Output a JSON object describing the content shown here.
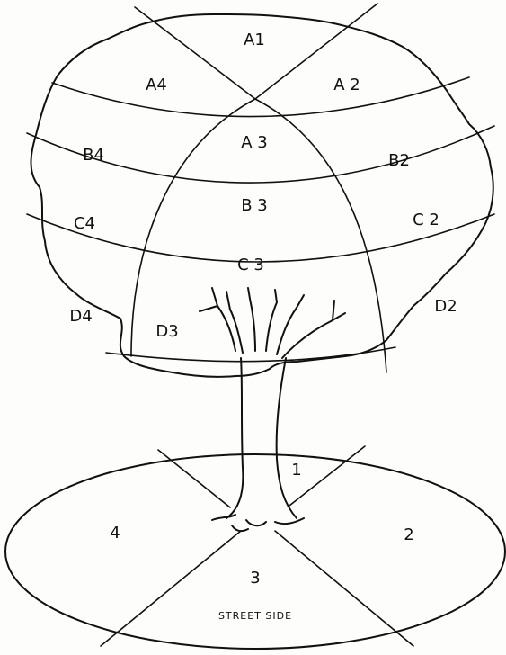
{
  "crown_zones": {
    "A1": "A1",
    "A2": "A 2",
    "A3": "A 3",
    "A4": "A4",
    "B2": "B2",
    "B3": "B 3",
    "B4": "B4",
    "C2": "C 2",
    "C3": "C 3",
    "C4": "C4",
    "D2": "D2",
    "D3": "D3",
    "D4": "D4"
  },
  "ground_zones": {
    "z1": "1",
    "z2": "2",
    "z3": "3",
    "z4": "4"
  },
  "street_label": "STREET SIDE"
}
